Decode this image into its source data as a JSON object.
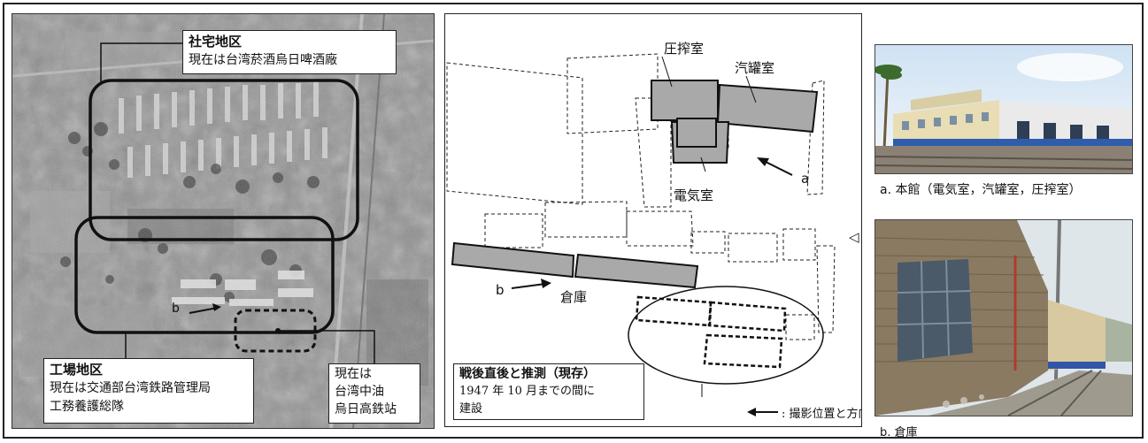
{
  "aerial": {
    "housing_title": "社宅地区",
    "housing_desc": "現在は台湾菸酒烏日啤酒廠",
    "factory_title": "工場地区",
    "factory_desc_1": "現在は交通部台湾鉄路管理局",
    "factory_desc_2": "工務養護総隊",
    "station_desc_1": "現在は",
    "station_desc_2": "台湾中油",
    "station_desc_3": "烏日高鉄站",
    "marker_b": "b"
  },
  "plan": {
    "label_press_room": "圧搾室",
    "label_boiler_room": "汽罐室",
    "label_electric_room": "電気室",
    "label_warehouse": "倉庫",
    "marker_a": "a",
    "marker_b": "b",
    "north_marker": "◁",
    "legend_title": "戦後直後と推測（現存）",
    "legend_line_1": "1947 年 10 月までの間に",
    "legend_line_2": "建設",
    "arrow_symbol": "←",
    "arrow_desc": ": 撮影位置と方向"
  },
  "photos": {
    "caption_a": "a. 本館（電気室，汽罐室，圧搾室）",
    "caption_b": "b. 倉庫"
  },
  "colors": {
    "existing_building_fill": "#a9a9a9",
    "line": "#222222"
  }
}
